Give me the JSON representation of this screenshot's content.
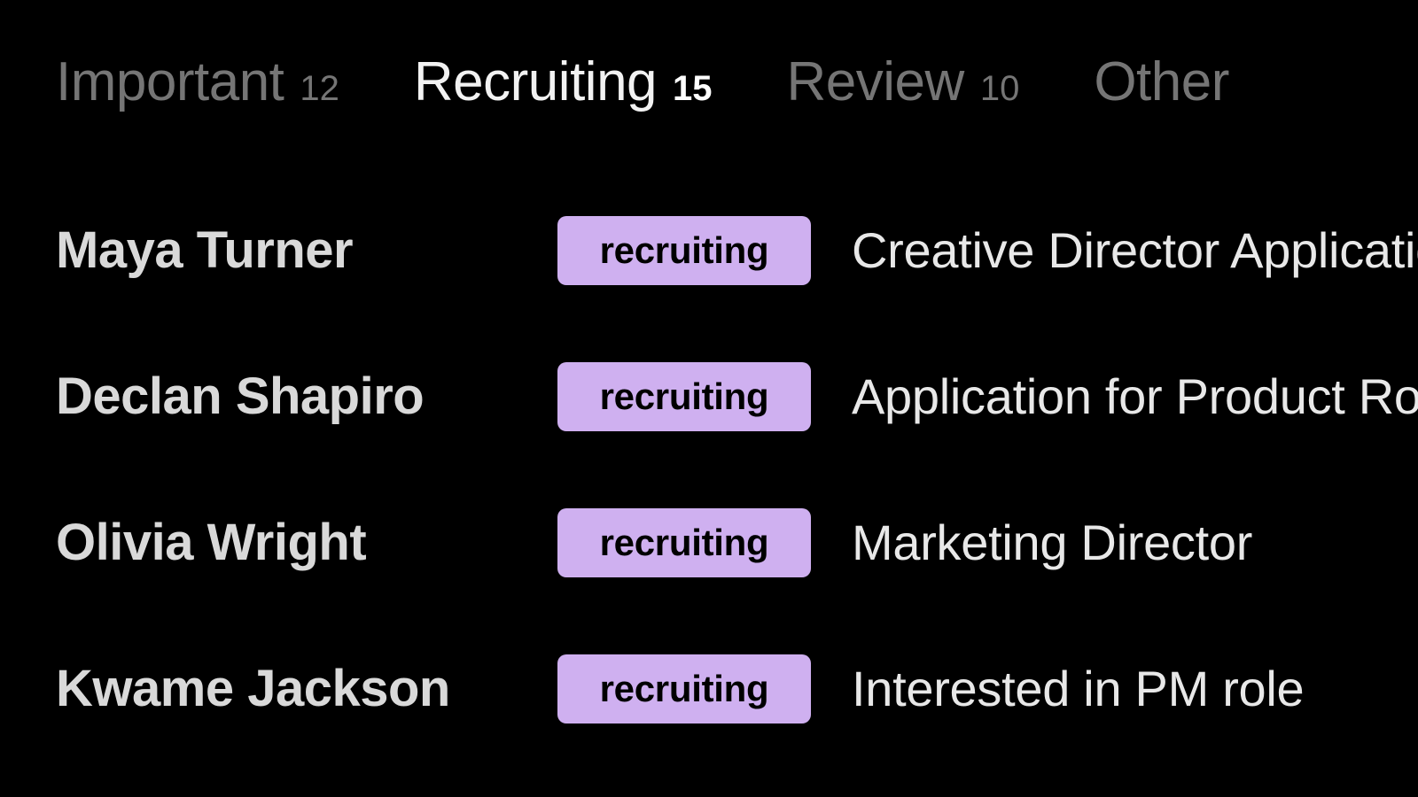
{
  "theme": {
    "background": "#000000",
    "badge_background": "#cfb0f0",
    "badge_text": "#000000",
    "tab_inactive": "#757575",
    "tab_active": "#f2f2f2",
    "sender_text": "#d9d9d9",
    "subject_text": "#e8e8e8"
  },
  "tabs": [
    {
      "label": "Important",
      "count": "12",
      "active": false
    },
    {
      "label": "Recruiting",
      "count": "15",
      "active": true
    },
    {
      "label": "Review",
      "count": "10",
      "active": false
    },
    {
      "label": "Other",
      "count": "",
      "active": false
    }
  ],
  "messages": [
    {
      "sender": "Maya Turner",
      "badge": "recruiting",
      "subject": "Creative Director Application"
    },
    {
      "sender": "Declan Shapiro",
      "badge": "recruiting",
      "subject": "Application for Product Role"
    },
    {
      "sender": "Olivia Wright",
      "badge": "recruiting",
      "subject": "Marketing Director"
    },
    {
      "sender": "Kwame Jackson",
      "badge": "recruiting",
      "subject": "Interested in PM role"
    }
  ]
}
